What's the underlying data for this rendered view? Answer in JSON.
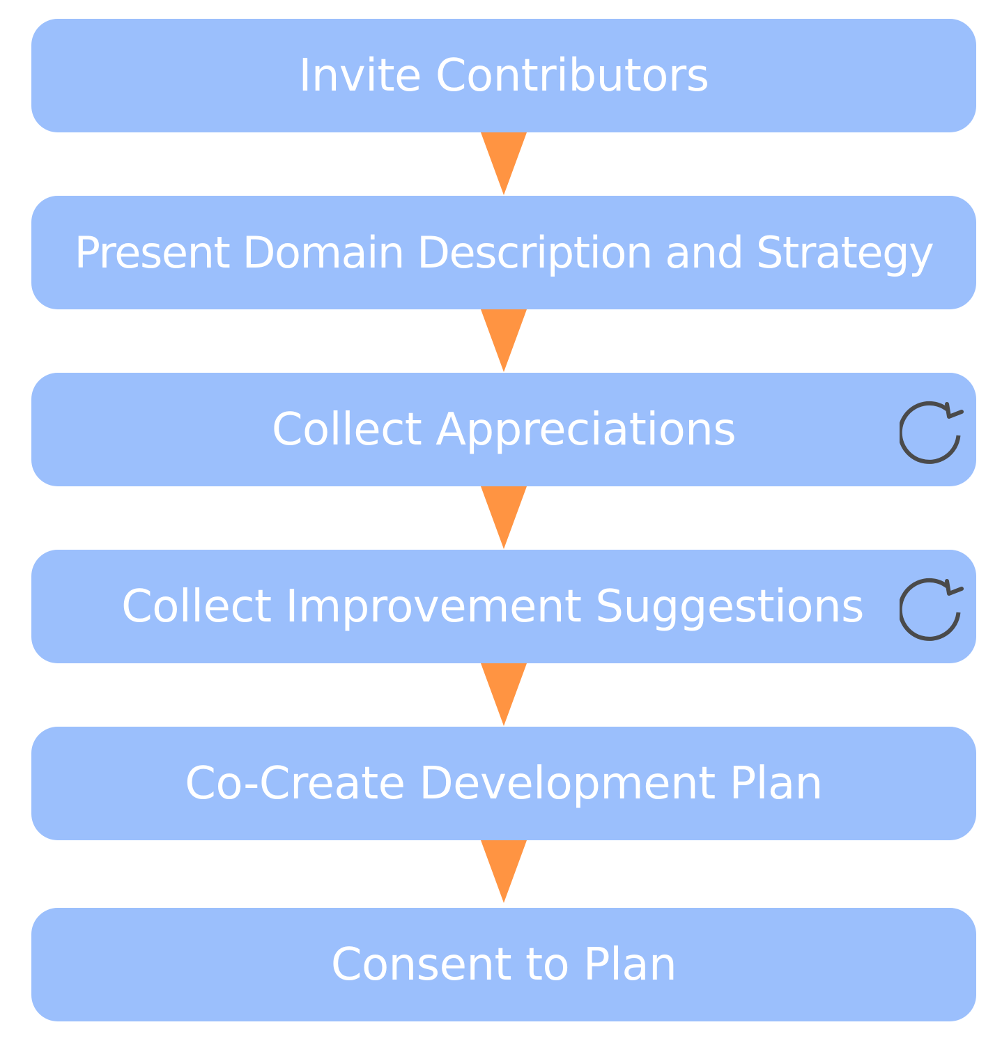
{
  "colors": {
    "step_fill": "#9bbffc",
    "step_text": "#ffffff",
    "connector": "#ff9442",
    "icon": "#4a4a4a"
  },
  "steps": [
    {
      "label": "Invite Contributors",
      "repeat_icon": false
    },
    {
      "label": "Present Domain Description and Strategy",
      "repeat_icon": false
    },
    {
      "label": "Collect Appreciations",
      "repeat_icon": true,
      "icon": "repeat-icon"
    },
    {
      "label": "Collect Improvement Suggestions",
      "repeat_icon": true,
      "icon": "repeat-icon"
    },
    {
      "label": "Co-Create Development Plan",
      "repeat_icon": false
    },
    {
      "label": "Consent to Plan",
      "repeat_icon": false
    }
  ]
}
